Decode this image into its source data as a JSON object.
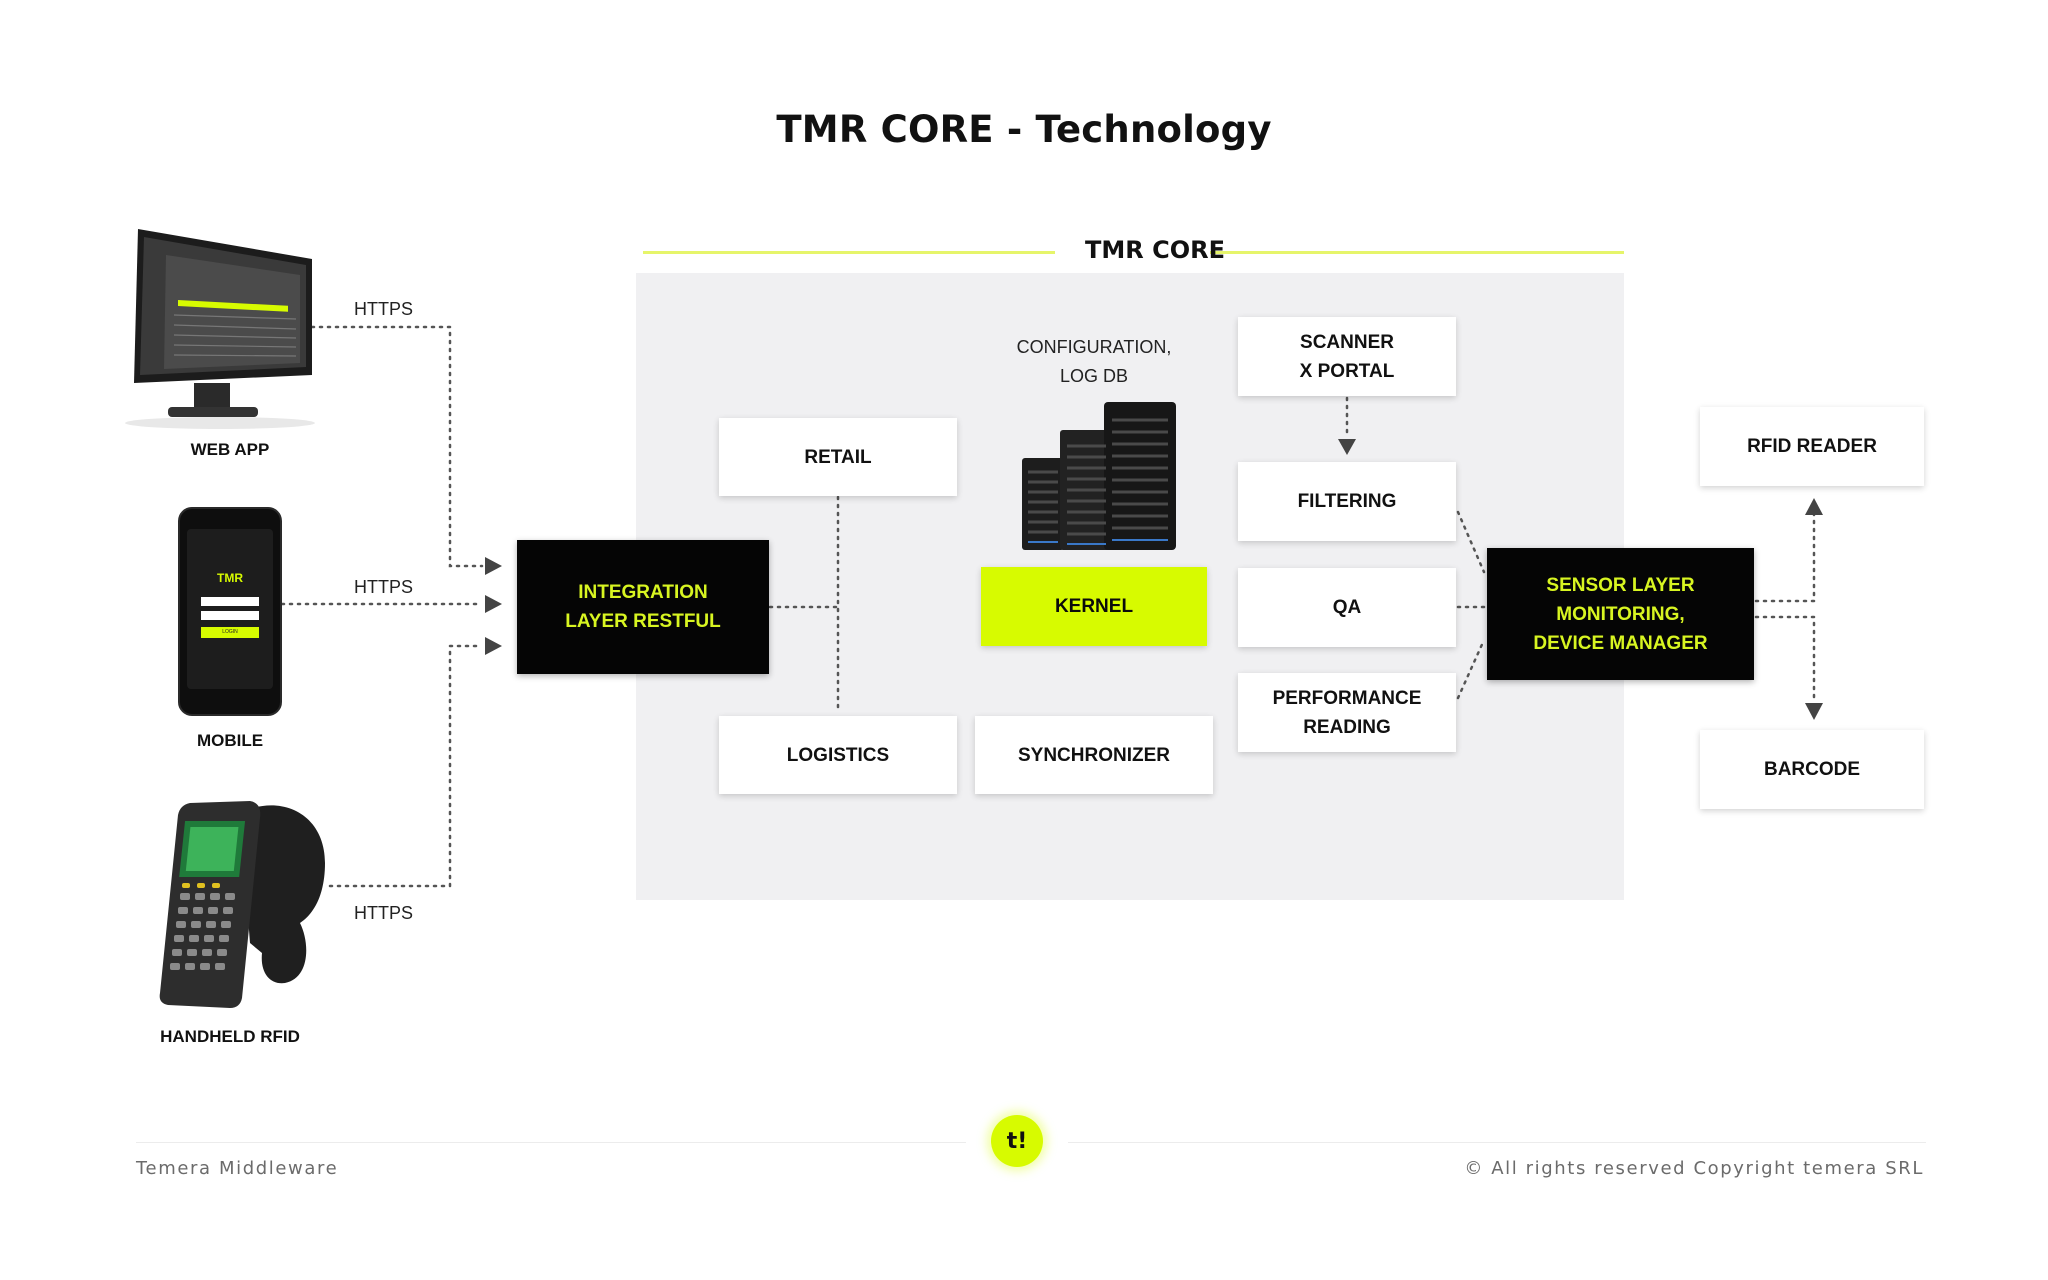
{
  "title": "TMR CORE - Technology",
  "core": {
    "label": "TMR CORE"
  },
  "clients": {
    "web_app": "WEB APP",
    "mobile": "MOBILE",
    "handheld": "HANDHELD  RFID",
    "https": "HTTPS",
    "mobile_screen_logo": "TMR",
    "mobile_screen_button": "LOGIN"
  },
  "boxes": {
    "integration": "INTEGRATION\nLAYER RESTFUL",
    "retail": "RETAIL",
    "logistics": "LOGISTICS",
    "kernel": "KERNEL",
    "synchronizer": "SYNCHRONIZER",
    "scanner": "SCANNER\nX PORTAL",
    "filtering": "FILTERING",
    "qa": "QA",
    "performance": "PERFORMANCE\nREADING",
    "sensor": "SENSOR LAYER\nMONITORING,\nDEVICE MANAGER",
    "rfid_reader": "RFID READER",
    "barcode": "BARCODE"
  },
  "db_label": "CONFIGURATION,\nLOG DB",
  "footer": {
    "left": "Temera Middleware",
    "right": "© All rights reserved Copyright temera SRL",
    "badge": "t!"
  },
  "colors": {
    "accent": "#d7fb00",
    "dark_box": "#050505",
    "dark_box_text": "#d8f521",
    "panel": "#f0f0f2"
  }
}
